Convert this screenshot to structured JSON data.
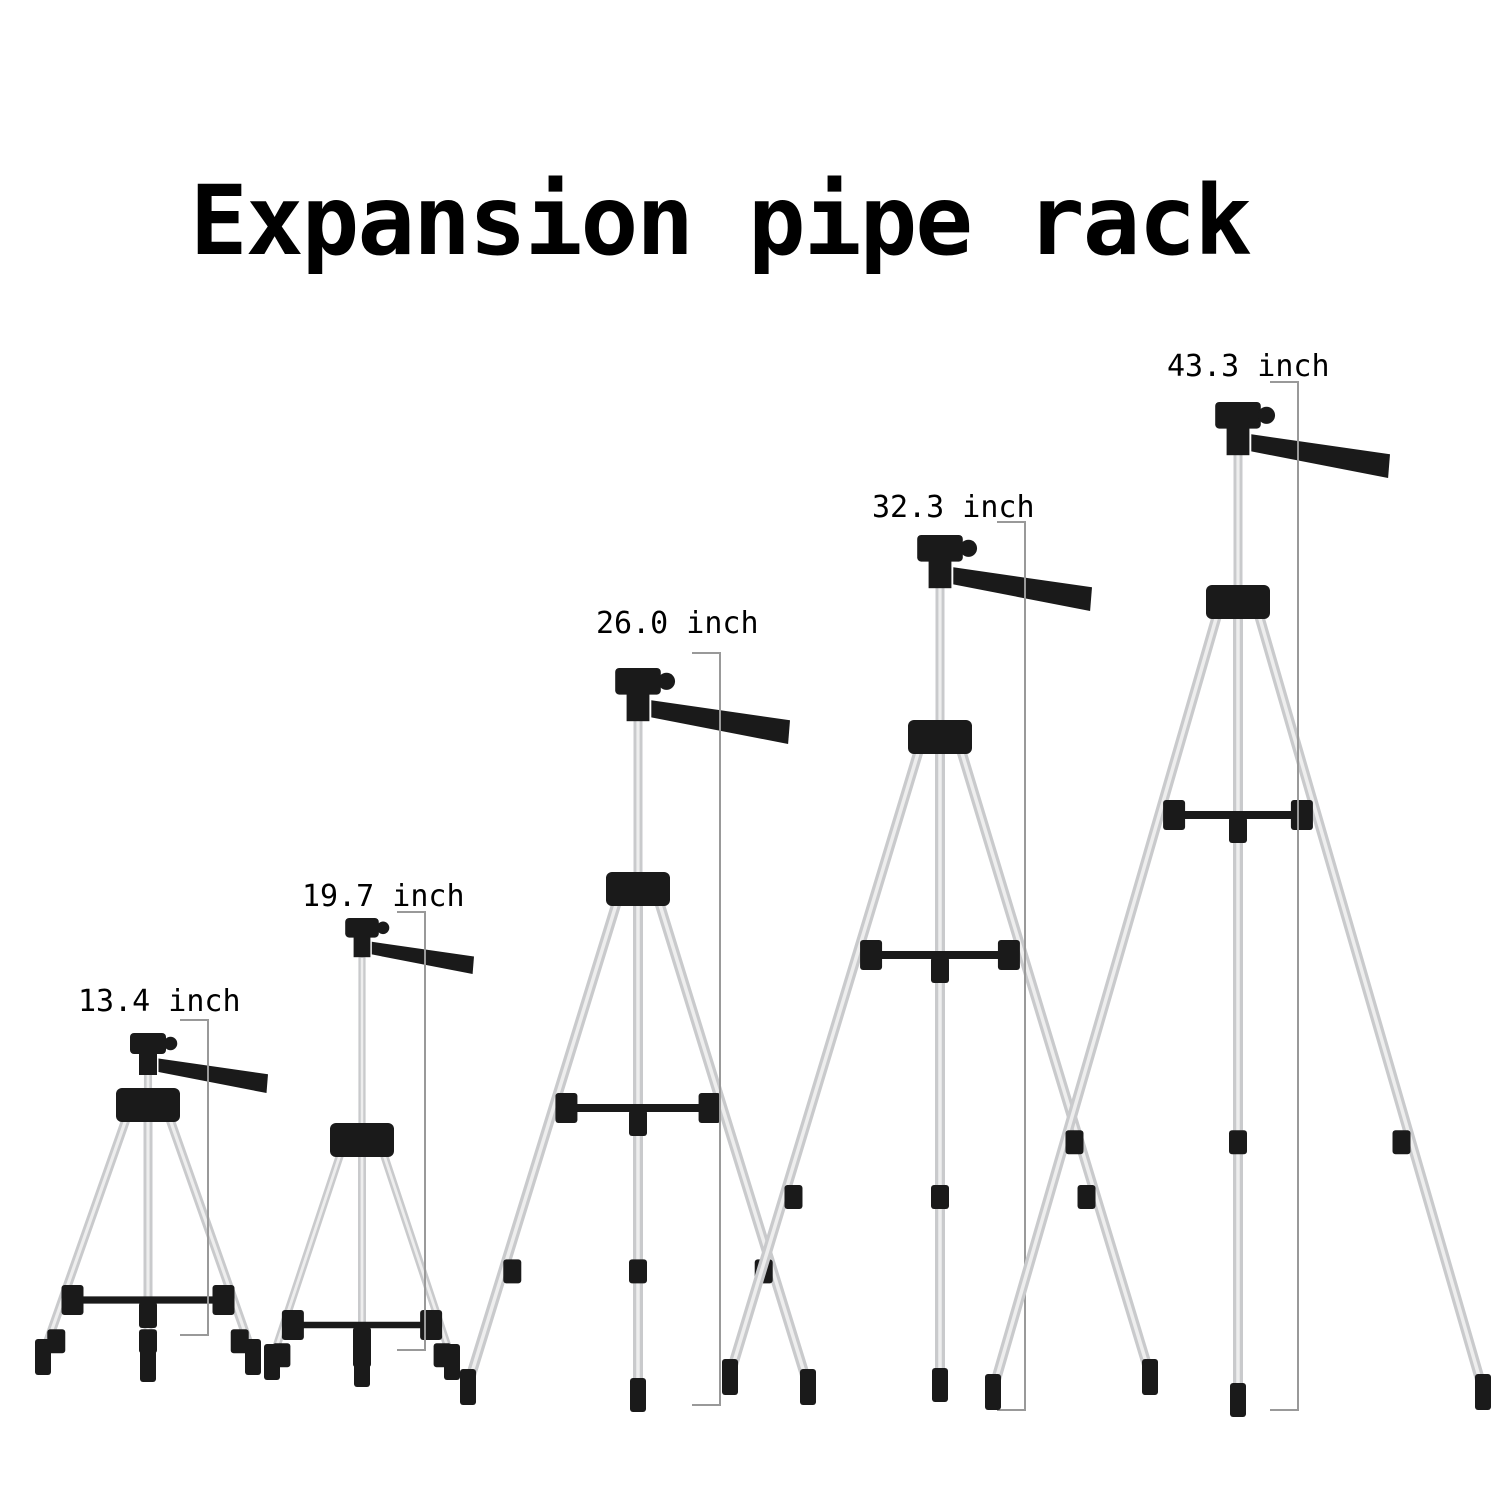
{
  "title": "Expansion pipe rack",
  "tripods": [
    {
      "height_label": "13.4 inch",
      "height_in": 13.4
    },
    {
      "height_label": "19.7 inch",
      "height_in": 19.7
    },
    {
      "height_label": "26.0 inch",
      "height_in": 26.0
    },
    {
      "height_label": "32.3 inch",
      "height_in": 32.3
    },
    {
      "height_label": "43.3 inch",
      "height_in": 43.3
    }
  ],
  "colors": {
    "leg": "#c9cacc",
    "leg_highlight": "#eeeeee",
    "fitting": "#1a1a1a",
    "dimension_line": "#999999"
  }
}
